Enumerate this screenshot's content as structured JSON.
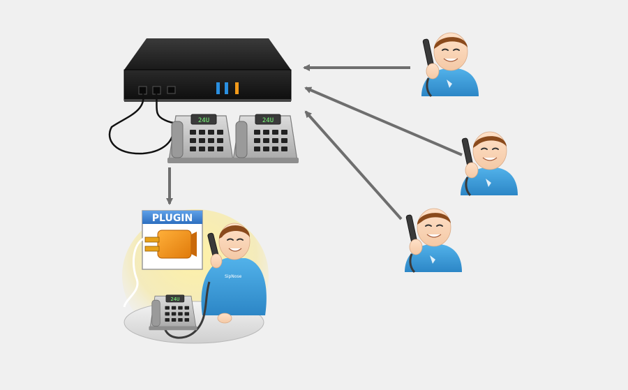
{
  "plugin": {
    "label": "PLUGIN"
  },
  "desk_phones": [
    {
      "display": "24U"
    },
    {
      "display": "24U"
    },
    {
      "display": "24U"
    }
  ],
  "agent_badge": "SipNose",
  "colors": {
    "background": "#f0f0f0",
    "arrow": "#6e6e6e",
    "pbx_body": "#1c1c1c",
    "led_blue": "#2a8fe0",
    "led_orange": "#f29a1a",
    "shirt": "#3a9bd8",
    "plug": "#f08c14",
    "plugin_header": "#3b7fd0"
  }
}
